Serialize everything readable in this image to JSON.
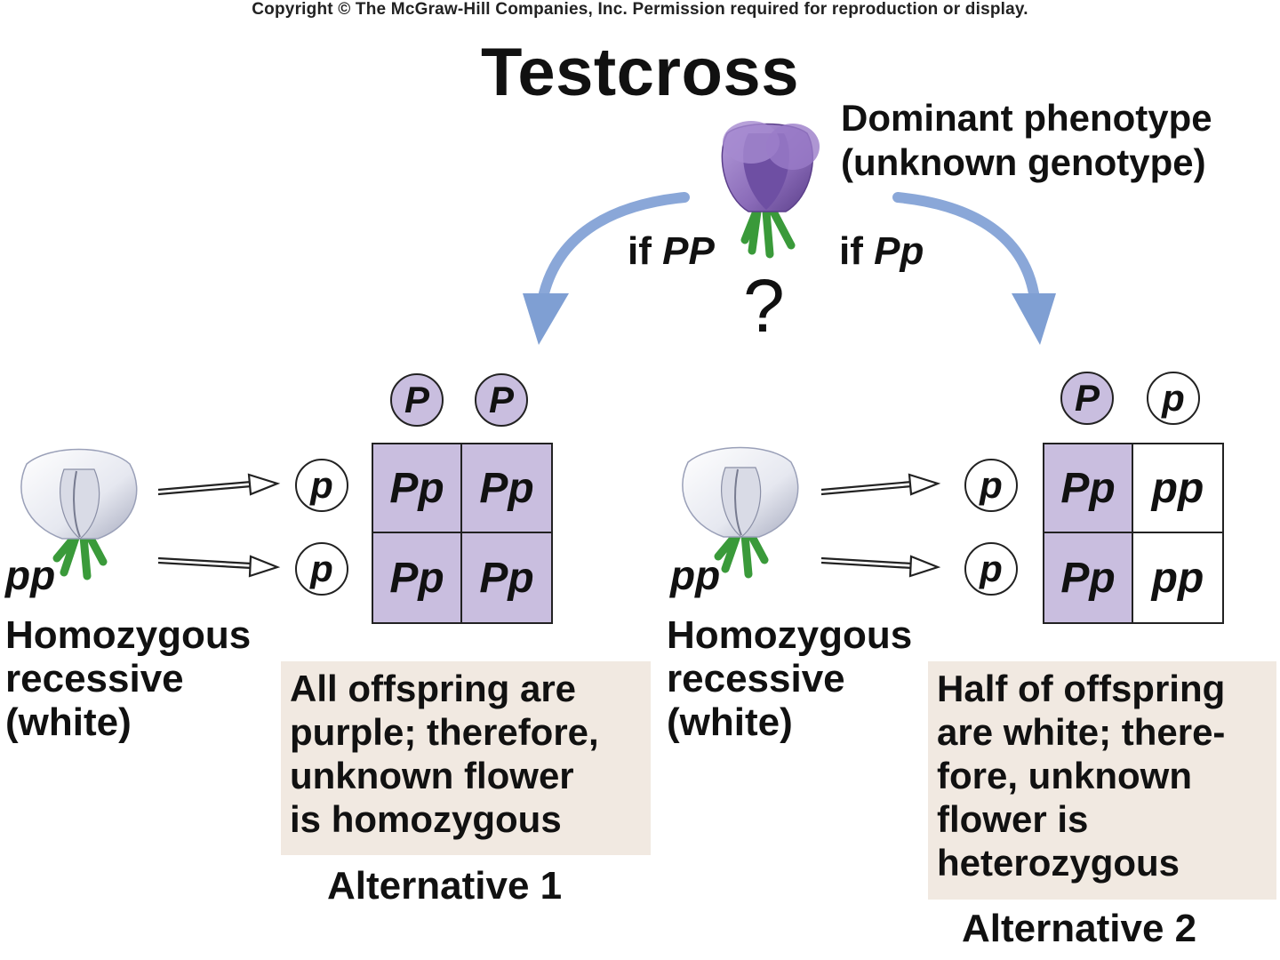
{
  "copyright": "Copyright © The McGraw-Hill Companies, Inc. Permission required for reproduction or display.",
  "title": "Testcross",
  "unknown": {
    "line1": "Dominant phenotype",
    "line2": "(unknown genotype)",
    "question": "?",
    "if_left_prefix": "if ",
    "if_left_geno": "PP",
    "if_right_prefix": "if ",
    "if_right_geno": "Pp"
  },
  "colors": {
    "purple_cell": "#c9bedf",
    "note_bg": "#f1e9e1",
    "arrow_blue": "#7f9fd3",
    "flower_purple": "#8a6bb8",
    "stem_green": "#3a9a3a"
  },
  "left": {
    "parent_genotype": "pp",
    "parent_label": [
      "Homozygous",
      "recessive",
      "(white)"
    ],
    "top_alleles": [
      "P",
      "P"
    ],
    "side_alleles": [
      "p",
      "p"
    ],
    "cells": [
      "Pp",
      "Pp",
      "Pp",
      "Pp"
    ],
    "note": [
      "All offspring are",
      "purple; therefore,",
      "unknown flower",
      "is homozygous"
    ],
    "alt_label": "Alternative 1"
  },
  "right": {
    "parent_genotype": "pp",
    "parent_label": [
      "Homozygous",
      "recessive",
      "(white)"
    ],
    "top_alleles": [
      "P",
      "p"
    ],
    "side_alleles": [
      "p",
      "p"
    ],
    "cells": [
      "Pp",
      "pp",
      "Pp",
      "pp"
    ],
    "note": [
      "Half of offspring",
      "are white; there-",
      "fore, unknown",
      "flower is",
      "heterozygous"
    ],
    "alt_label": "Alternative 2"
  }
}
